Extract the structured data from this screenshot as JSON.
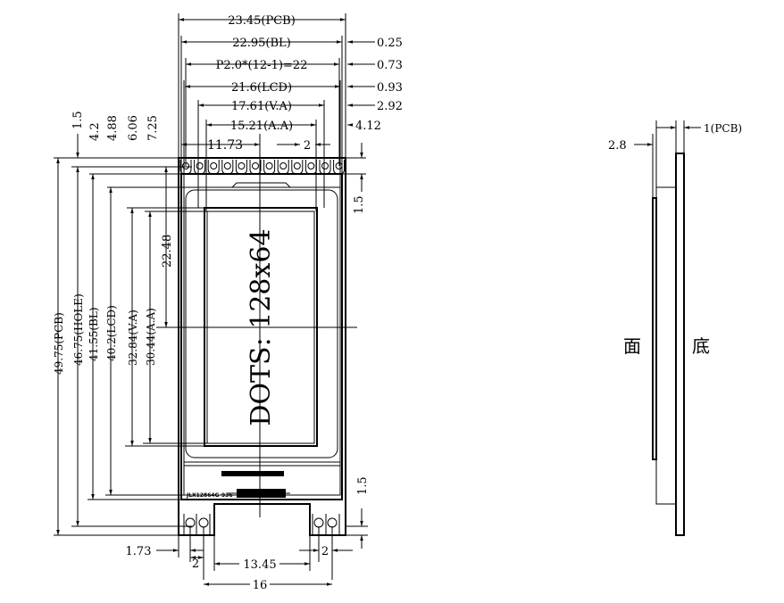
{
  "front_view": {
    "top_dims": {
      "pcb_width": "23.45(PCB)",
      "bl_width": "22.95(BL)",
      "bl_offset": "0.25",
      "pin_pitch": "P2.0*(12-1)=22",
      "pin_offset": "0.73",
      "lcd_width": "21.6(LCD)",
      "lcd_offset": "0.93",
      "va_width": "17.61(V.A)",
      "va_offset": "2.92",
      "aa_width": "15.21(A.A)",
      "aa_offset": "4.12",
      "center_offset": "11.73",
      "pin_gap": "2"
    },
    "left_dims": {
      "hole_top": "1.5",
      "bl_top": "4.2",
      "lcd_top": "4.88",
      "va_top": "6.06",
      "aa_top": "7.25",
      "center_height": "22.48",
      "pcb_height": "49.75(PCB)",
      "hole_height": "46.75(HOLE)",
      "bl_height": "41.55(BL)",
      "lcd_height": "40.2(LCD)",
      "va_height": "32.84(V.A)",
      "aa_height": "30.44(A.A)"
    },
    "right_dims": {
      "top_pin_height": "1.5",
      "bottom_hole": "1.5"
    },
    "bottom_dims": {
      "left_edge": "1.73",
      "left_gap": "2",
      "notch_width": "13.45",
      "hole_span": "16",
      "right_gap": "2"
    },
    "screen_text": "DOTS: 128x64",
    "model_label": "JLX12864G-936"
  },
  "side_view": {
    "pcb_thickness": "1(PCB)",
    "total_thickness": "2.8",
    "front_label": "面",
    "back_label": "底"
  }
}
